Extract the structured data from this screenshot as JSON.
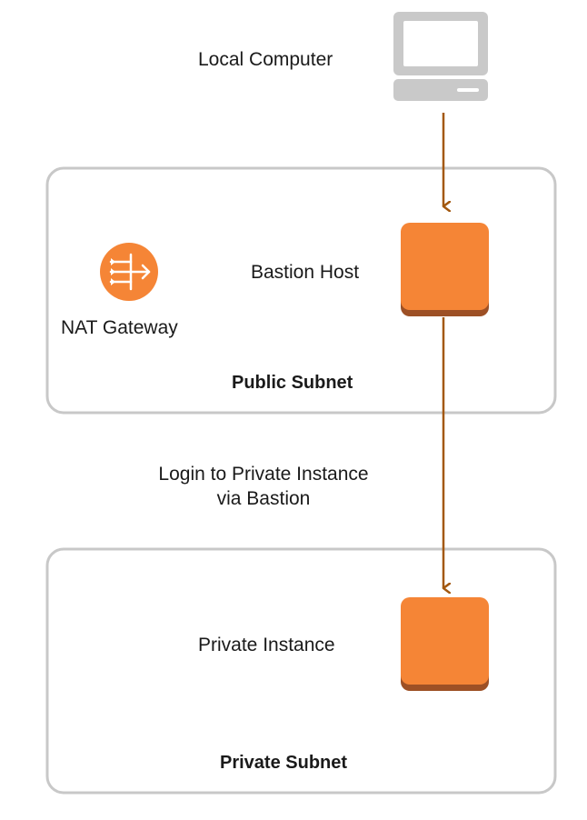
{
  "nodes": {
    "local_computer": {
      "label": "Local Computer",
      "icon": "desktop-computer-icon"
    },
    "bastion_host": {
      "label": "Bastion Host",
      "icon": "ec2-instance-icon"
    },
    "nat_gateway": {
      "label": "NAT Gateway",
      "icon": "nat-gateway-icon"
    },
    "private_instance": {
      "label": "Private Instance",
      "icon": "ec2-instance-icon"
    }
  },
  "groups": {
    "public_subnet": {
      "label": "Public Subnet"
    },
    "private_subnet": {
      "label": "Private Subnet"
    }
  },
  "edges": [
    {
      "from": "local_computer",
      "to": "bastion_host",
      "label": ""
    },
    {
      "from": "bastion_host",
      "to": "private_instance",
      "label_line1": "Login to Private Instance",
      "label_line2": "via Bastion"
    }
  ],
  "colors": {
    "instance_fill": "#f58536",
    "instance_shadow": "#9d5025",
    "arrow": "#a3580f",
    "subnet_border": "#c8c8c8",
    "computer_grey": "#c9c9c9"
  }
}
